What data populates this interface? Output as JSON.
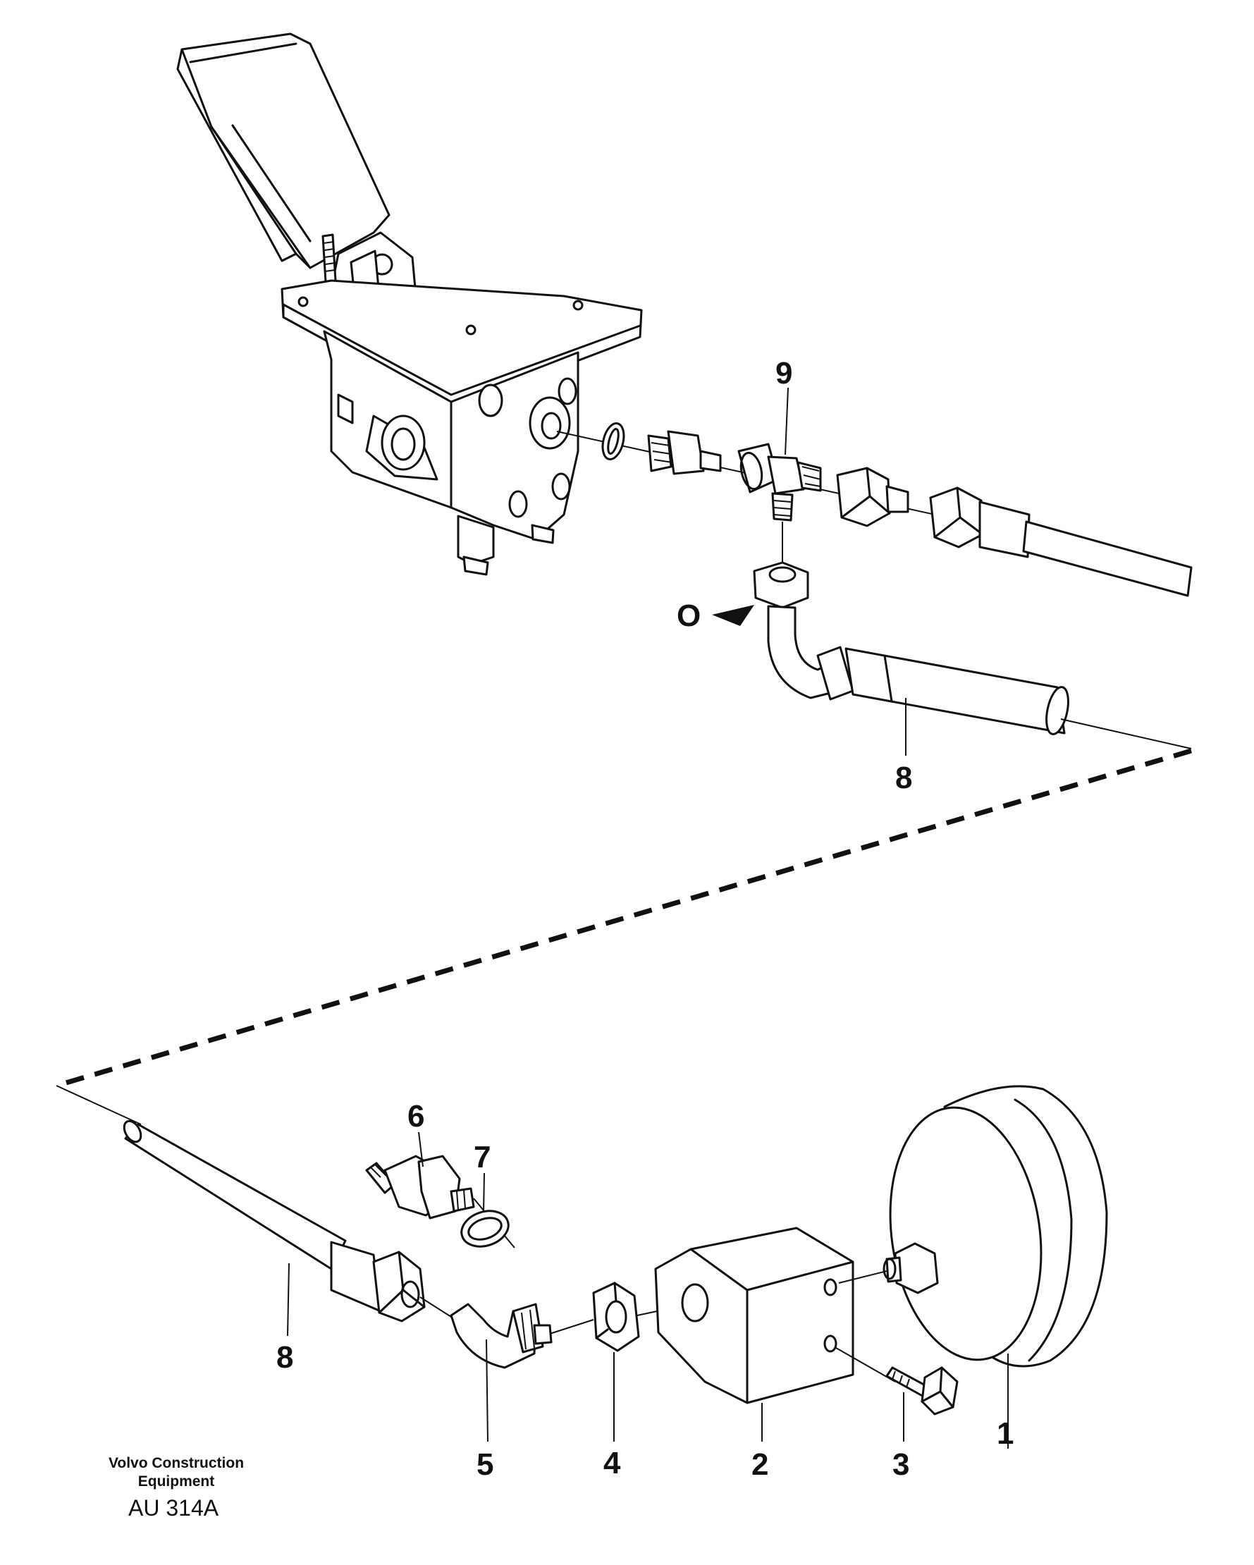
{
  "diagram": {
    "callouts": {
      "c1": "1",
      "c2": "2",
      "c3": "3",
      "c4": "4",
      "c5": "5",
      "c6": "6",
      "c7": "7",
      "c8_top": "8",
      "c8_bottom": "8",
      "c9": "9",
      "o_marker": "O"
    },
    "footer": {
      "line1": "Volvo Construction",
      "line2": "Equipment",
      "code": "AU 314A"
    }
  }
}
